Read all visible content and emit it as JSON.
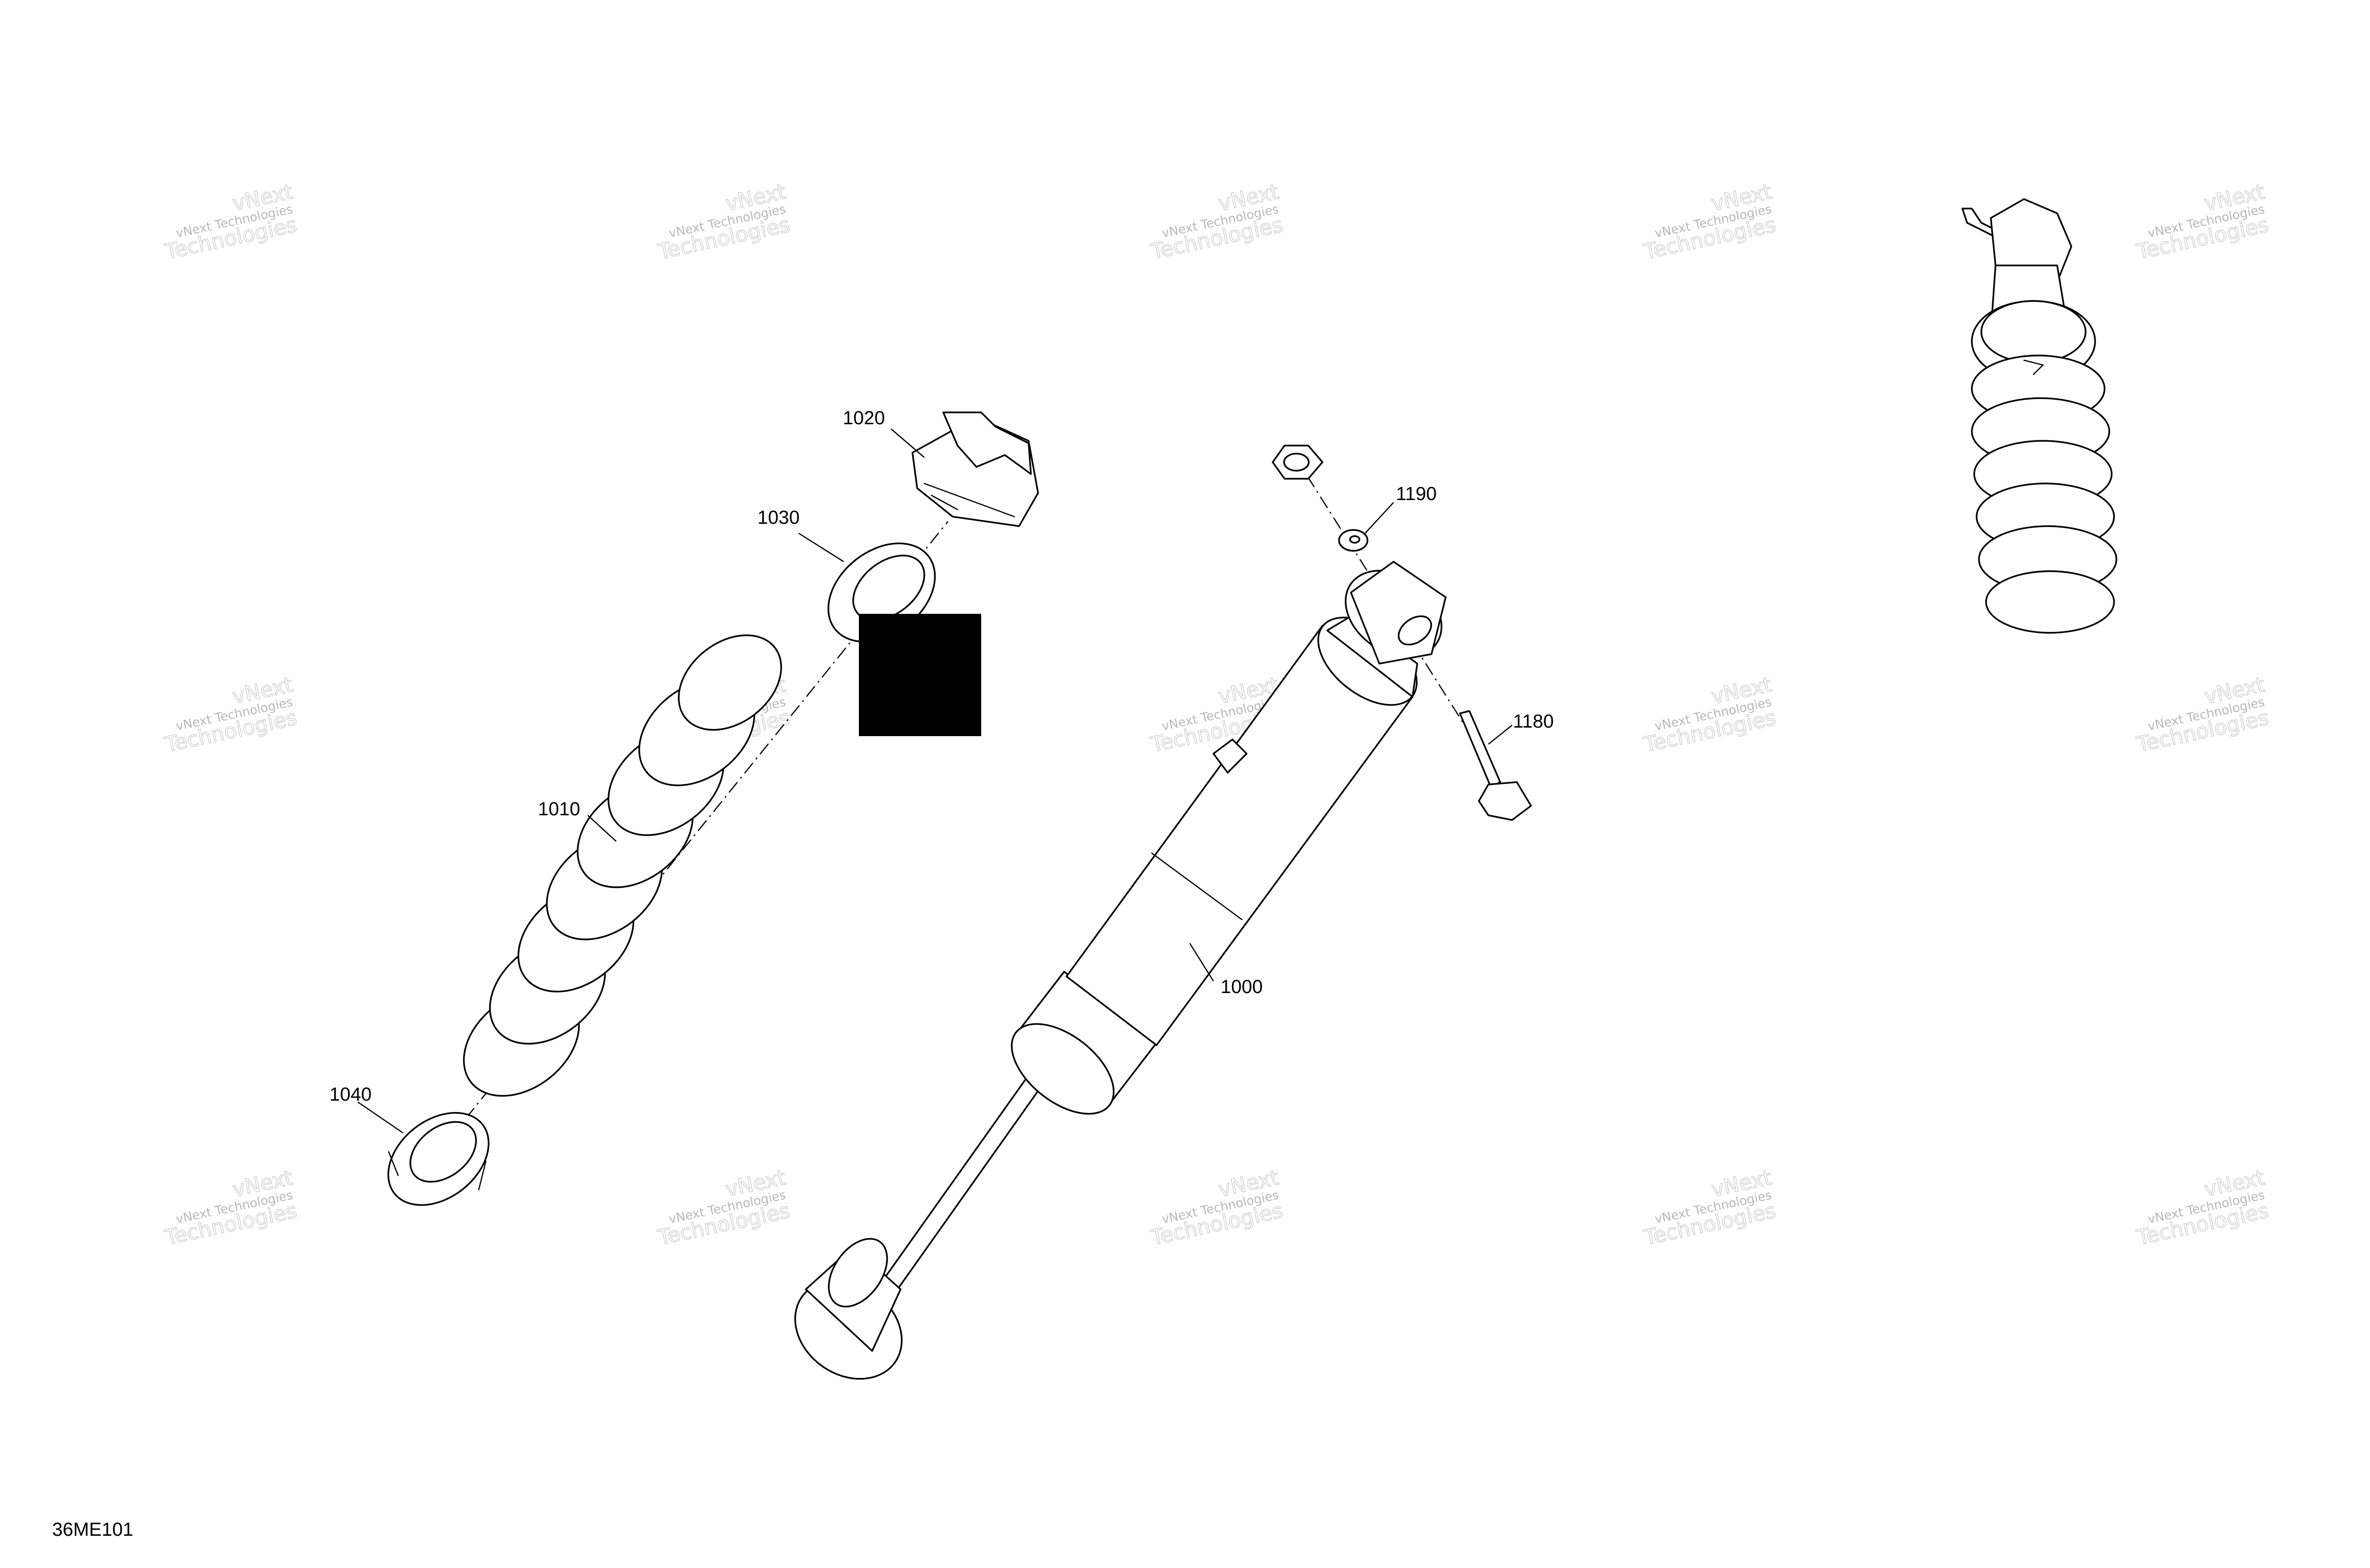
{
  "diagram": {
    "reference_code": "36ME101",
    "watermark": {
      "line1": "vNext Technologies",
      "line2": "Technologies",
      "line3": "vNext"
    },
    "callouts": [
      {
        "id": "1020",
        "label": "1020"
      },
      {
        "id": "1030",
        "label": "1030"
      },
      {
        "id": "1010",
        "label": "1010"
      },
      {
        "id": "1040",
        "label": "1040"
      },
      {
        "id": "1190",
        "label": "1190"
      },
      {
        "id": "1180",
        "label": "1180"
      },
      {
        "id": "1000",
        "label": "1000"
      }
    ],
    "redaction_color": "#000000"
  }
}
